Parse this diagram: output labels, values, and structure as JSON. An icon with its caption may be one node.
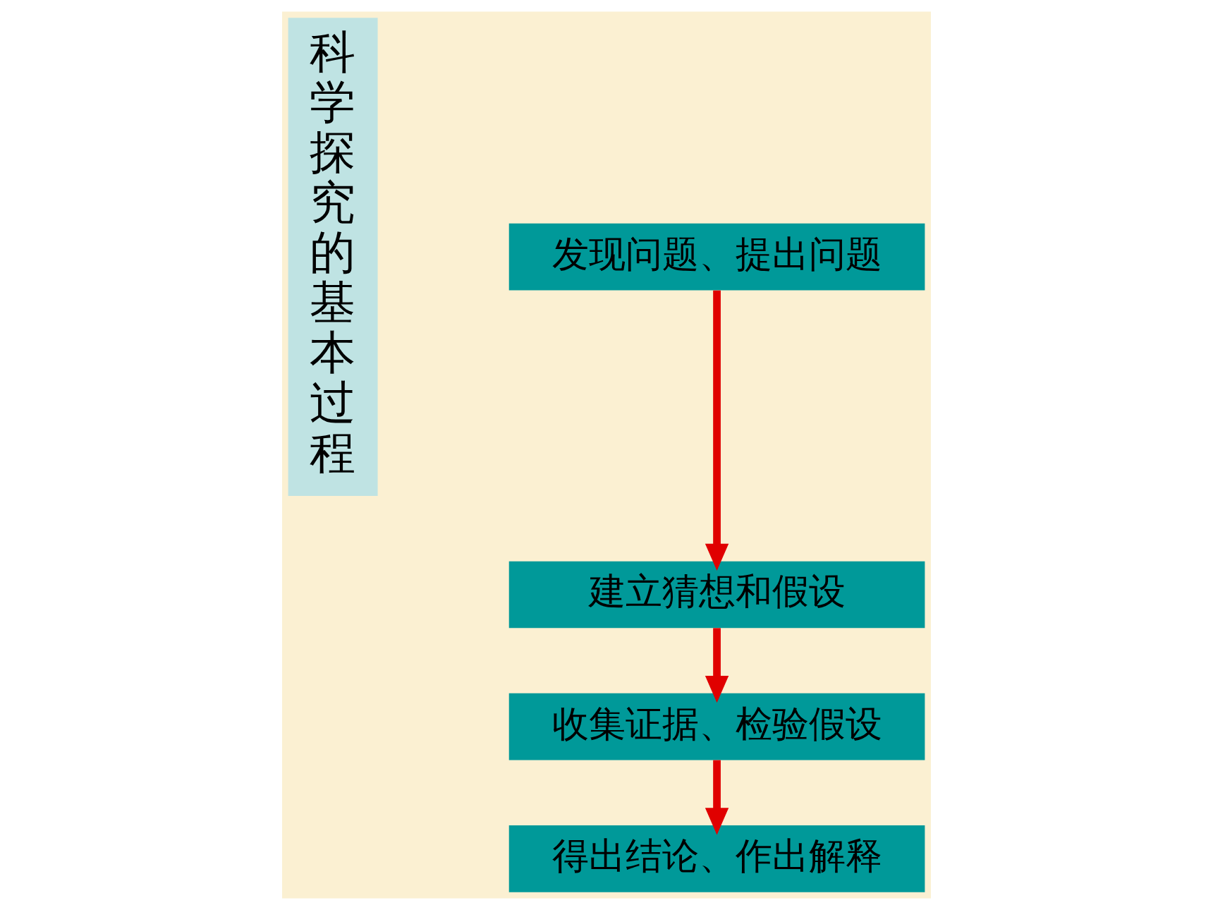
{
  "diagram": {
    "nodes": [
      {
        "text": [
          "科学探究的基本过程"
        ]
      },
      {
        "text": [
          "发现问题、提出问题"
        ]
      },
      {
        "text": [
          "建立猜想和假设"
        ]
      },
      {
        "text": [
          "收集证据、检验假设"
        ]
      },
      {
        "text": [
          "得出结论、作出解释"
        ]
      }
    ],
    "edges": [
      {
        "from": 1,
        "to": 2,
        "arrow": "to"
      },
      {
        "from": 2,
        "to": 3,
        "arrow": "to"
      },
      {
        "from": 3,
        "to": 4,
        "arrow": "to"
      }
    ]
  }
}
